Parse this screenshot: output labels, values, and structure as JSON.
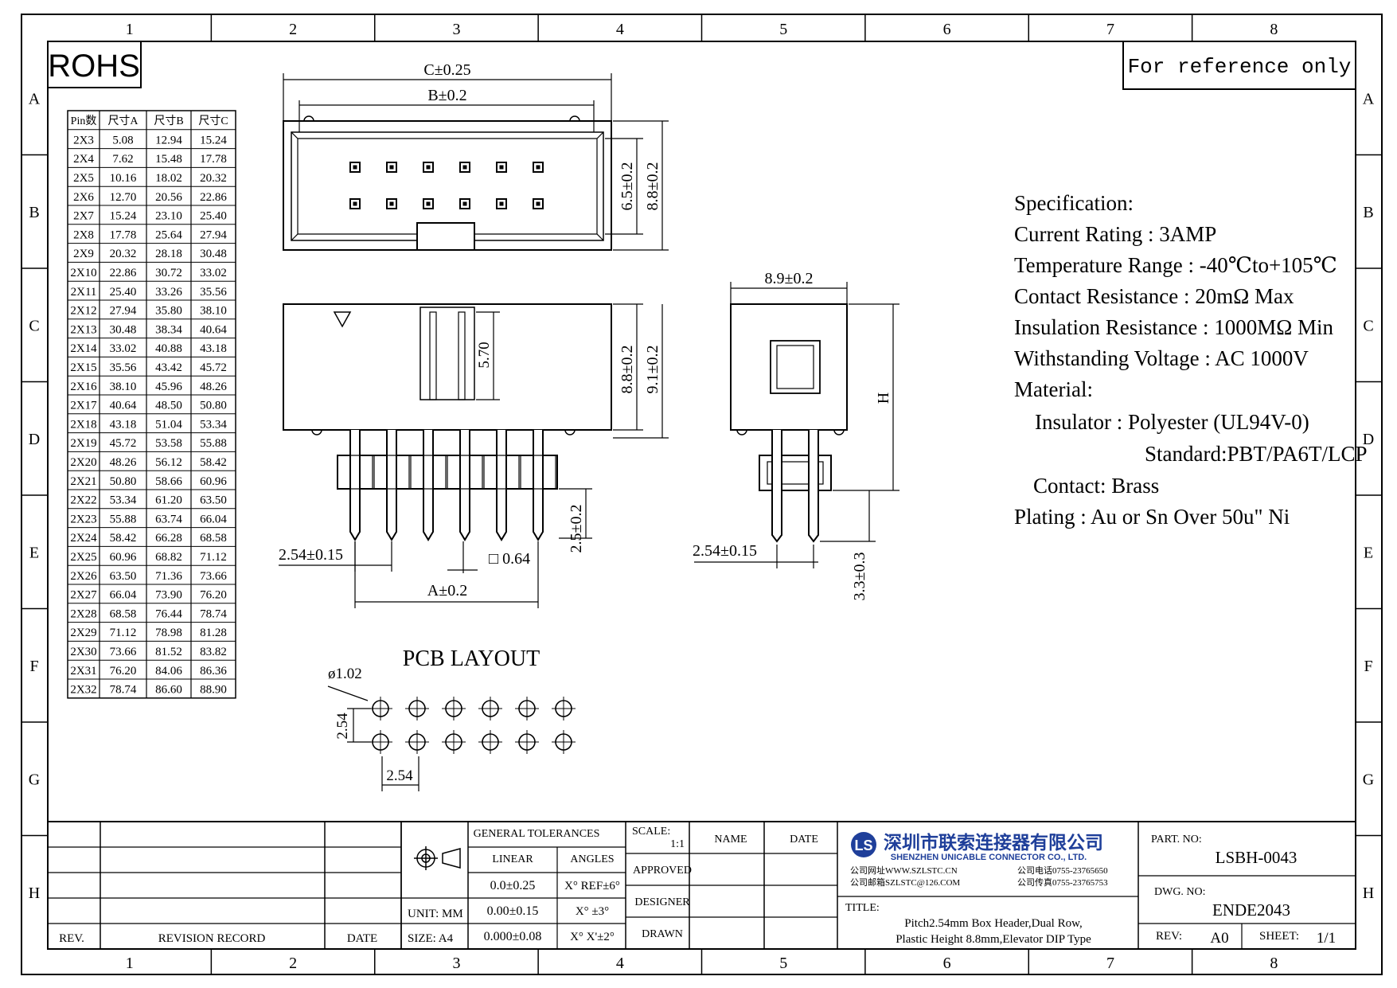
{
  "frame": {
    "col_labels": [
      "1",
      "2",
      "3",
      "4",
      "5",
      "6",
      "7",
      "8"
    ],
    "row_labels": [
      "A",
      "B",
      "C",
      "D",
      "E",
      "F",
      "G",
      "H"
    ]
  },
  "badge": {
    "rohs": "ROHS",
    "reference": "For reference only"
  },
  "dim_table": {
    "headers": [
      "Pin数",
      "尺寸A",
      "尺寸B",
      "尺寸C"
    ],
    "rows": [
      [
        "2X3",
        "5.08",
        "12.94",
        "15.24"
      ],
      [
        "2X4",
        "7.62",
        "15.48",
        "17.78"
      ],
      [
        "2X5",
        "10.16",
        "18.02",
        "20.32"
      ],
      [
        "2X6",
        "12.70",
        "20.56",
        "22.86"
      ],
      [
        "2X7",
        "15.24",
        "23.10",
        "25.40"
      ],
      [
        "2X8",
        "17.78",
        "25.64",
        "27.94"
      ],
      [
        "2X9",
        "20.32",
        "28.18",
        "30.48"
      ],
      [
        "2X10",
        "22.86",
        "30.72",
        "33.02"
      ],
      [
        "2X11",
        "25.40",
        "33.26",
        "35.56"
      ],
      [
        "2X12",
        "27.94",
        "35.80",
        "38.10"
      ],
      [
        "2X13",
        "30.48",
        "38.34",
        "40.64"
      ],
      [
        "2X14",
        "33.02",
        "40.88",
        "43.18"
      ],
      [
        "2X15",
        "35.56",
        "43.42",
        "45.72"
      ],
      [
        "2X16",
        "38.10",
        "45.96",
        "48.26"
      ],
      [
        "2X17",
        "40.64",
        "48.50",
        "50.80"
      ],
      [
        "2X18",
        "43.18",
        "51.04",
        "53.34"
      ],
      [
        "2X19",
        "45.72",
        "53.58",
        "55.88"
      ],
      [
        "2X20",
        "48.26",
        "56.12",
        "58.42"
      ],
      [
        "2X21",
        "50.80",
        "58.66",
        "60.96"
      ],
      [
        "2X22",
        "53.34",
        "61.20",
        "63.50"
      ],
      [
        "2X23",
        "55.88",
        "63.74",
        "66.04"
      ],
      [
        "2X24",
        "58.42",
        "66.28",
        "68.58"
      ],
      [
        "2X25",
        "60.96",
        "68.82",
        "71.12"
      ],
      [
        "2X26",
        "63.50",
        "71.36",
        "73.66"
      ],
      [
        "2X27",
        "66.04",
        "73.90",
        "76.20"
      ],
      [
        "2X28",
        "68.58",
        "76.44",
        "78.74"
      ],
      [
        "2X29",
        "71.12",
        "78.98",
        "81.28"
      ],
      [
        "2X30",
        "73.66",
        "81.52",
        "83.82"
      ],
      [
        "2X31",
        "76.20",
        "84.06",
        "86.36"
      ],
      [
        "2X32",
        "78.74",
        "86.60",
        "88.90"
      ]
    ]
  },
  "dims": {
    "c": "C±0.25",
    "b": "B±0.2",
    "h65": "6.5±0.2",
    "h88_top": "8.8±0.2",
    "h88_front": "8.8±0.2",
    "h91": "9.1±0.2",
    "slot": "5.70",
    "pin_len": "2.5±0.2",
    "pitch_front": "2.54±0.15",
    "pin_sq": "□ 0.64",
    "a": "A±0.2",
    "side_w": "8.9±0.2",
    "side_h": "H",
    "pitch_side": "2.54±0.15",
    "tail": "3.3±0.3"
  },
  "pcb": {
    "title": "PCB LAYOUT",
    "hole": "ø1.02",
    "row_pitch": "2.54",
    "col_pitch": "2.54"
  },
  "spec": {
    "lines": [
      "Specification:",
      "Current Rating : 3AMP",
      "Temperature Range : -40℃to+105℃",
      "Contact Resistance : 20mΩ Max",
      "Insulation Resistance : 1000MΩ Min",
      "Withstanding Voltage : AC 1000V",
      "Material:",
      "Insulator : Polyester (UL94V-0)",
      "Standard:PBT/PA6T/LCP",
      "Contact: Brass",
      "Plating : Au or Sn Over 50u\" Ni"
    ]
  },
  "title_block": {
    "rev_header": "REV.",
    "revision_record": "REVISION RECORD",
    "date_header": "DATE",
    "unit": "UNIT: MM",
    "size": "SIZE: A4",
    "general_tolerances": "GENERAL TOLERANCES",
    "linear": "LINEAR",
    "angles": "ANGLES",
    "lin_rows": [
      "0.0±0.25",
      "0.00±0.15",
      "0.000±0.08"
    ],
    "ang_rows": [
      "X° REF±6°",
      "X° ±3°",
      "X° X'±2°"
    ],
    "scale_label": "SCALE:",
    "scale_value": "1:1",
    "name": "NAME",
    "date": "DATE",
    "approved": "APPROVED",
    "designer": "DESIGNER",
    "drawn": "DRAWN",
    "company_cn": "深圳市联索连接器有限公司",
    "company_en": "SHENZHEN UNICABLE CONNECTOR CO., LTD.",
    "contact_lines": [
      "公司网址WWW.SZLSTC.CN",
      "公司电话0755-23765650",
      "公司邮箱SZLSTC@126.COM",
      "公司传真0755-23765753"
    ],
    "title_label": "TITLE:",
    "title_lines": [
      "Pitch2.54mm Box Header,Dual Row,",
      "Plastic Height 8.8mm,Elevator DIP Type"
    ],
    "part_no_label": "PART. NO:",
    "part_no": "LSBH-0043",
    "dwg_no_label": "DWG. NO:",
    "dwg_no": "ENDE2043",
    "rev_label": "REV:",
    "rev": "A0",
    "sheet_label": "SHEET:",
    "sheet": "1/1"
  },
  "colors": {
    "ink": "#000000",
    "logo_blue": "#1f3f9a"
  }
}
